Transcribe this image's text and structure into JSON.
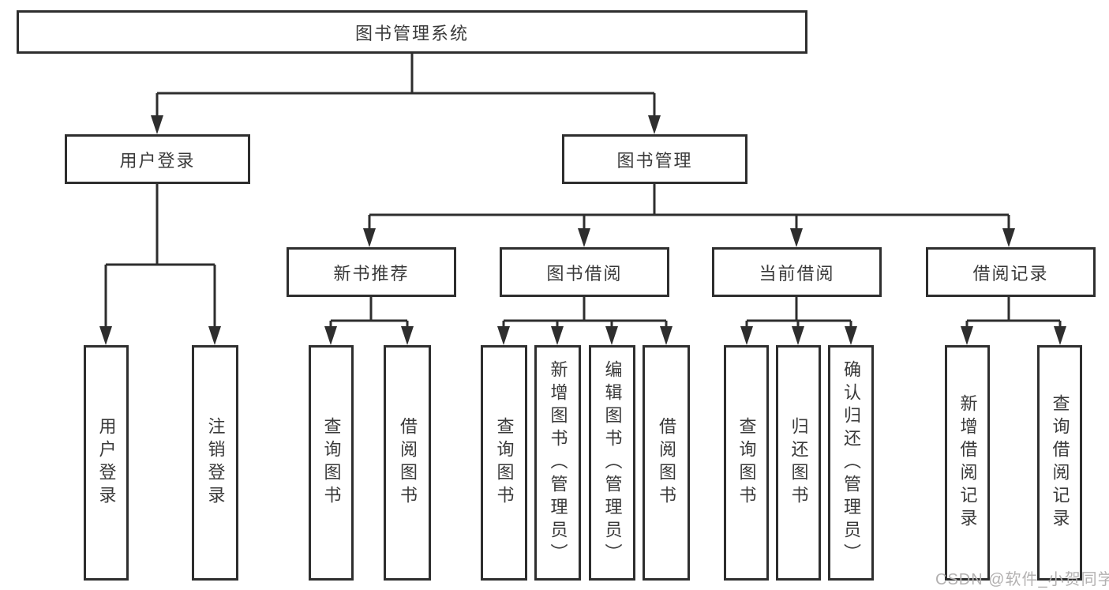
{
  "diagram": {
    "title": "图书管理系统",
    "root": {
      "label": "图书管理系统"
    },
    "level2": {
      "login": {
        "label": "用户登录"
      },
      "manage": {
        "label": "图书管理"
      }
    },
    "level3": {
      "recommend": {
        "label": "新书推荐"
      },
      "borrow": {
        "label": "图书借阅"
      },
      "current": {
        "label": "当前借阅"
      },
      "records": {
        "label": "借阅记录"
      }
    },
    "leaves": {
      "login": [
        "用户登录",
        "注销登录"
      ],
      "recommend": [
        "查询图书",
        "借阅图书"
      ],
      "borrow": [
        "查询图书",
        "新增图书（管理员）",
        "编辑图书（管理员）",
        "借阅图书"
      ],
      "current": [
        "查询图书",
        "归还图书",
        "确认归还（管理员）"
      ],
      "records": [
        "新增借阅记录",
        "查询借阅记录"
      ]
    }
  },
  "watermark": "CSDN @软件_小贺同学",
  "colors": {
    "line": "#2e2e2e",
    "text": "#3a3a3a",
    "watermark": "#b3b1b1",
    "background": "#ffffff"
  }
}
